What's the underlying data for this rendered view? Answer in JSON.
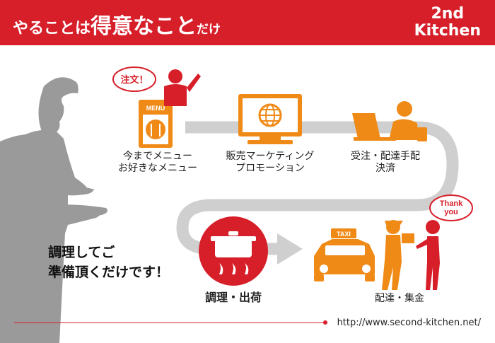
{
  "header": {
    "title_part1": "やることは",
    "title_part2": "得意なこと",
    "title_part3": "だけ",
    "brand_line1": "2nd",
    "brand_line2": "Kitchen"
  },
  "badges": {
    "order": "注文！",
    "menu_card": "MENU",
    "thanks_line1": "Thank",
    "thanks_line2": "you",
    "taxi": "TAXI"
  },
  "steps": {
    "menu_line1": "今までメニュー",
    "menu_line2": "お好きなメニュー",
    "marketing_line1": "販売マーケティング",
    "marketing_line2": "プロモーション",
    "orders_line1": "受注・配達手配",
    "orders_line2": "決済",
    "cooking": "調理・出荷",
    "delivery": "配達・集金"
  },
  "lead": {
    "line1": "調理してご",
    "line2": "準備頂くだけです！"
  },
  "footer": {
    "url": "http://www.second-kitchen.net/"
  },
  "colors": {
    "red": "#d71f2a",
    "orange": "#f08a17",
    "gray": "#cfcfcf",
    "silhouette": "#9a9a9a"
  }
}
